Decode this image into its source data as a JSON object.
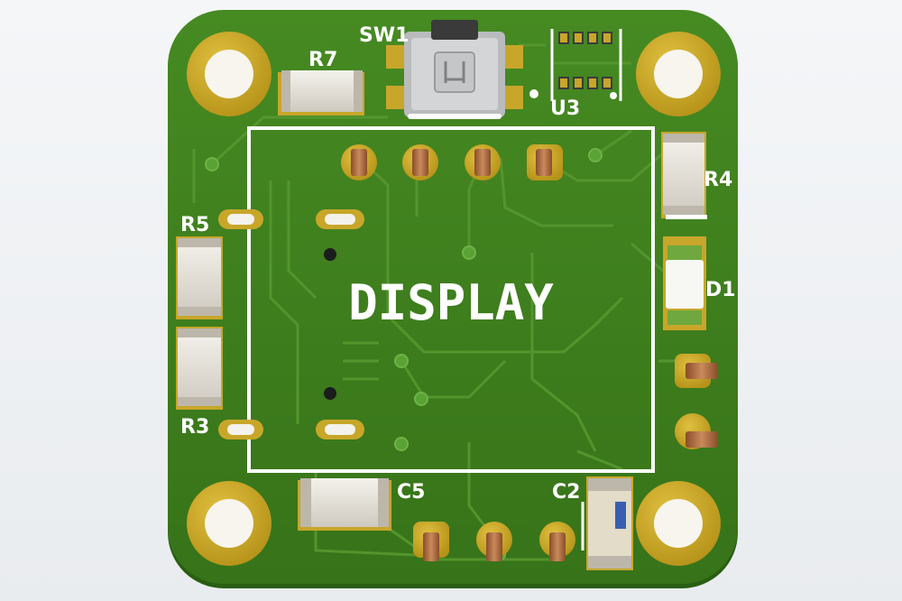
{
  "board": {
    "display_label": "DISPLAY",
    "designators": {
      "sw1": "SW1",
      "u3": "U3",
      "r7": "R7",
      "r4": "R4",
      "r5": "R5",
      "r3": "R3",
      "d1": "D1",
      "c5": "C5",
      "c2": "C2"
    },
    "colors": {
      "soldermask": "#3d7a1e",
      "soldermask_edge": "#2e6516",
      "copper_pad": "#c8a62a",
      "trace": "#4c8f2a",
      "silkscreen": "#ffffff",
      "resistor_body": "#e9e6df",
      "pin_copper": "#a8653c"
    }
  }
}
